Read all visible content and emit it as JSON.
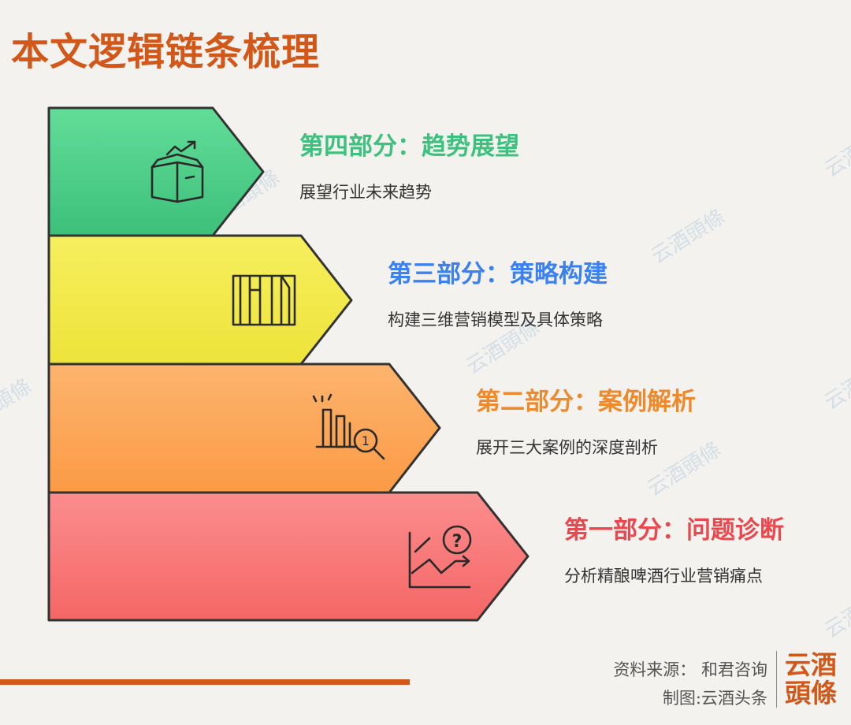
{
  "title": "本文逻辑链条梳理",
  "watermark": "云酒頭條",
  "steps": [
    {
      "title": "第四部分：趋势展望",
      "desc": "展望行业未来趋势",
      "color": "#3ec07e",
      "fill_top": "#62dd98",
      "fill_bottom": "#3dc07a",
      "icon": "box-growth-icon"
    },
    {
      "title": "第三部分：策略构建",
      "desc": "构建三维营销模型及具体策略",
      "color": "#3b82f0",
      "fill_top": "#f6ef5e",
      "fill_bottom": "#eee33a",
      "icon": "columns-icon"
    },
    {
      "title": "第二部分：案例解析",
      "desc": "展开三大案例的深度剖析",
      "color": "#ee8a2c",
      "fill_top": "#fdb46e",
      "fill_bottom": "#fb9a45",
      "icon": "chart-magnifier-icon",
      "icon_glyph": "1"
    },
    {
      "title": "第一部分：问题诊断",
      "desc": "分析精酿啤酒行业营销痛点",
      "color": "#e8484e",
      "fill_top": "#fb8d8d",
      "fill_bottom": "#f56666",
      "icon": "chart-question-icon",
      "icon_glyph": "?"
    }
  ],
  "credits": {
    "source": "资料来源： 和君咨询",
    "maker": "制图:云酒头条"
  },
  "brand": {
    "line1": "云酒",
    "line2": "頭條"
  },
  "accent": "#d2581a"
}
